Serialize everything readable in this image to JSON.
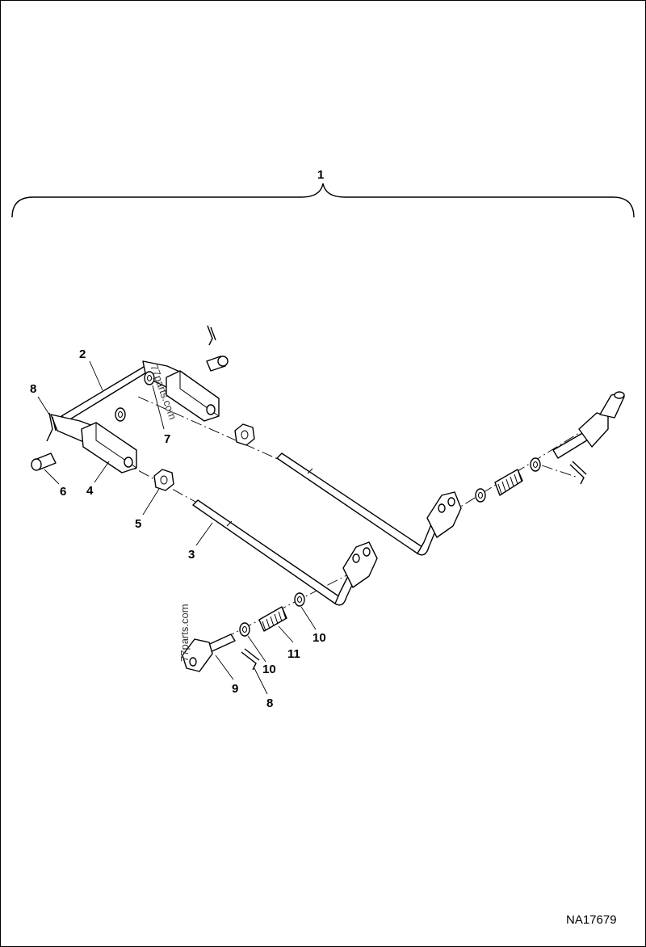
{
  "drawing_id": "NA17679",
  "watermarks": [
    "77parts.com",
    "77parts.com"
  ],
  "callouts": {
    "assembly": "1",
    "rod_upper": "2",
    "rod_lower": "3",
    "lever": "4",
    "nut": "5",
    "clevis_pin": "6",
    "washer_upper": "7",
    "cotter_pin_left": "8",
    "pivot_pin": "9",
    "washer_right": "10",
    "washer_left": "10",
    "spring": "11",
    "cotter_pin_right": "8"
  }
}
